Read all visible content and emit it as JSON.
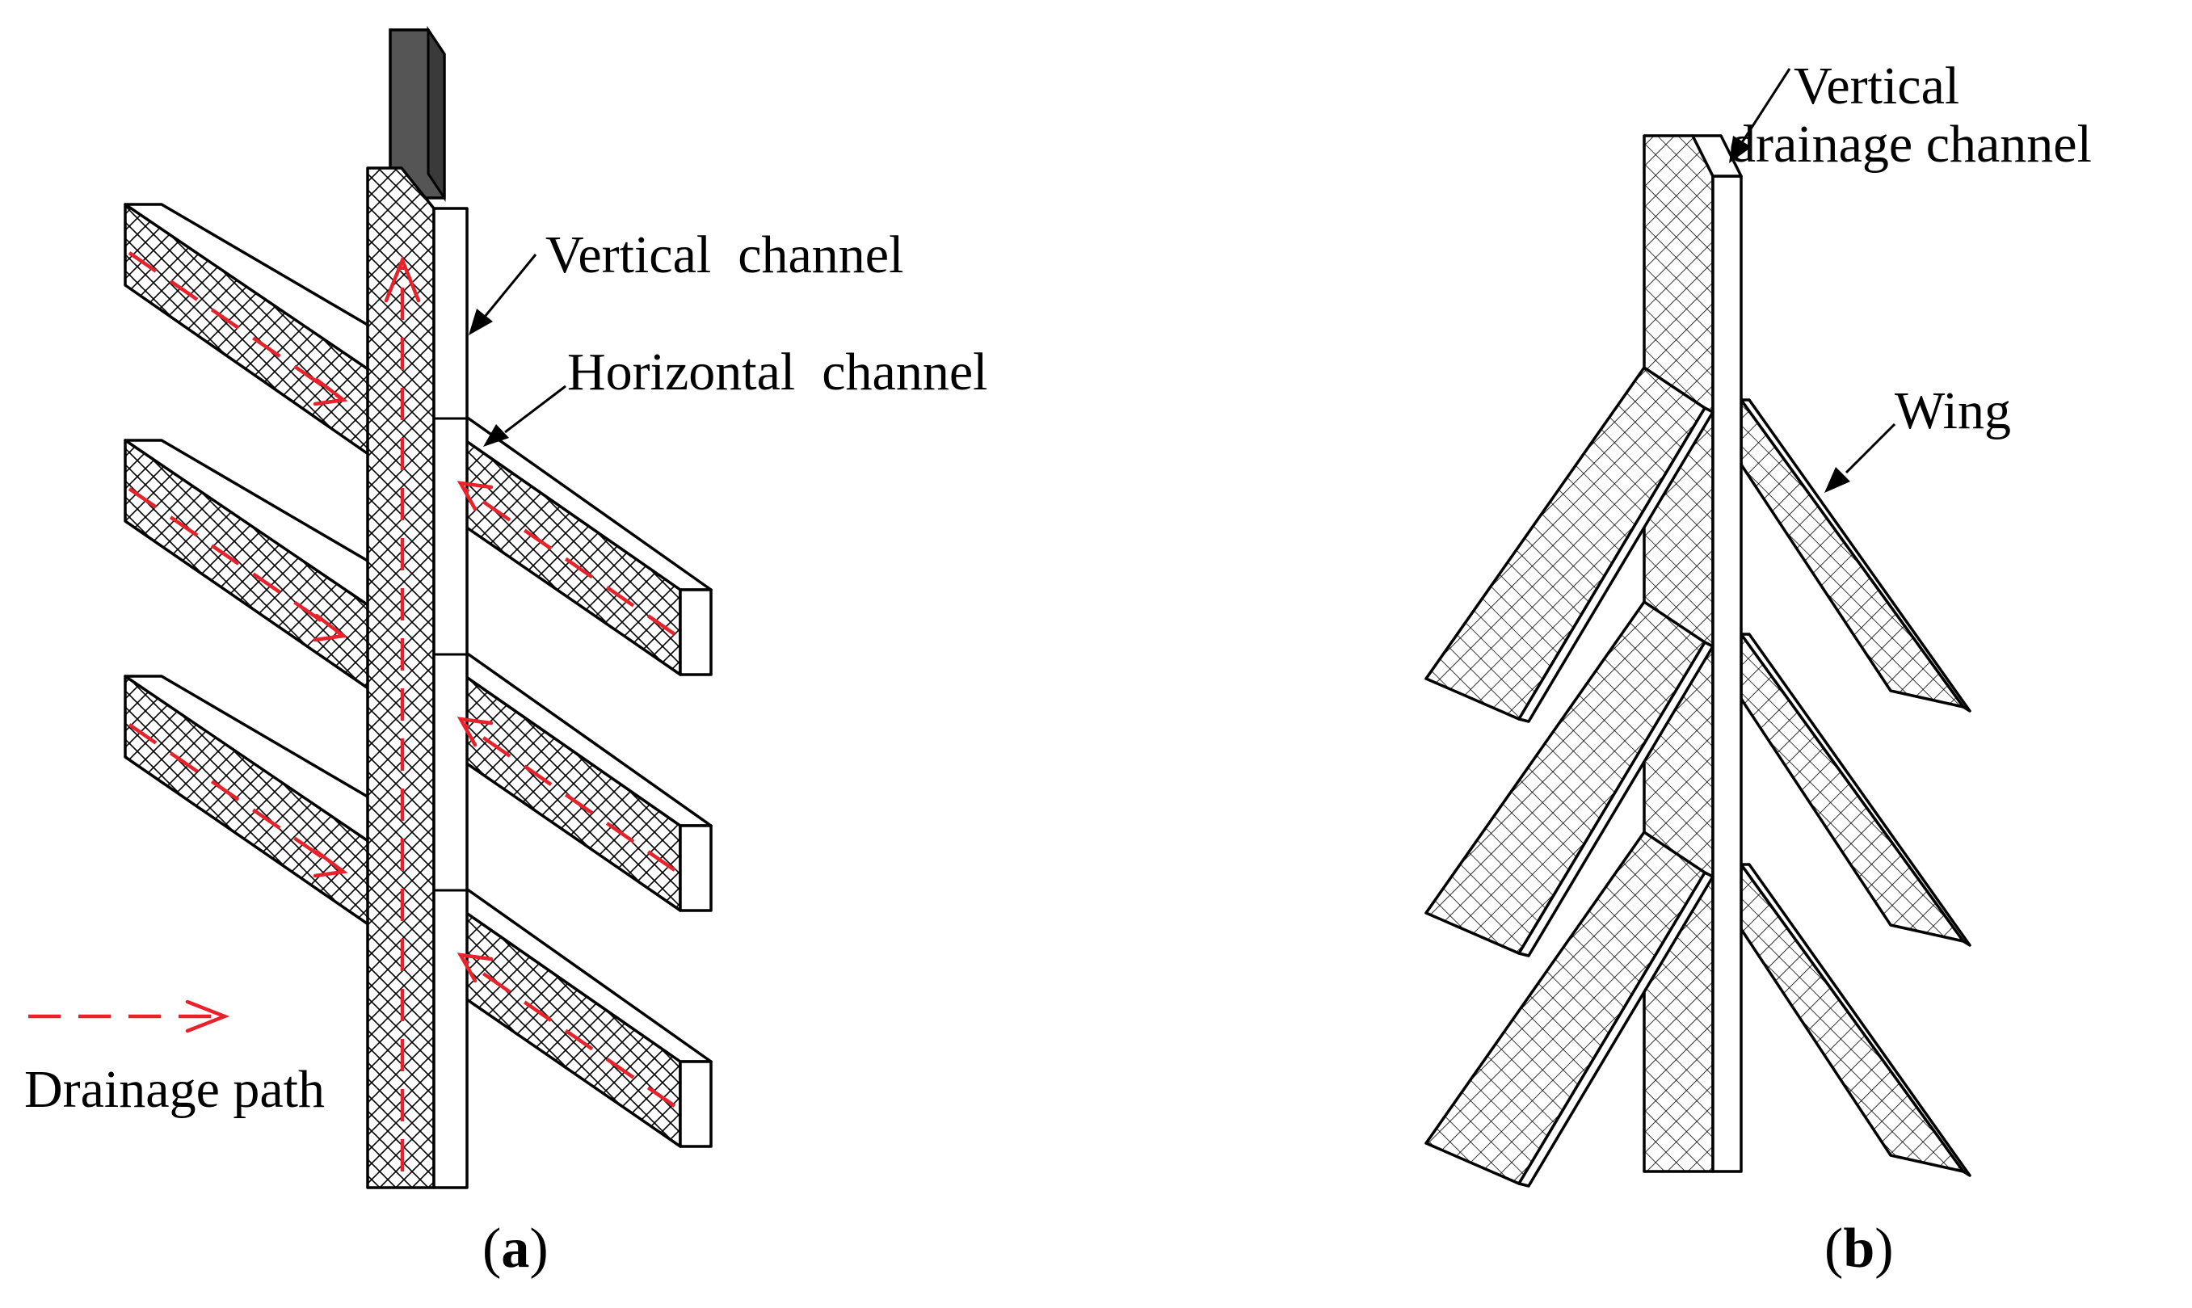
{
  "panel_a": {
    "labels": {
      "vertical_channel": "Vertical  channel",
      "horizontal_channel": "Horizontal  channel",
      "drainage_path": "Drainage path"
    },
    "caption": {
      "open": "(",
      "letter": "a",
      "close": ")"
    }
  },
  "panel_b": {
    "labels": {
      "vertical_drainage_line1": "Vertical",
      "vertical_drainage_line2": "drainage channel",
      "wing": "Wing"
    },
    "caption": {
      "open": "(",
      "letter": "b",
      "close": ")"
    }
  },
  "colors": {
    "outline": "#000000",
    "drainage_path": "#e8212a",
    "cap_block": "#555555",
    "background": "#ffffff"
  }
}
